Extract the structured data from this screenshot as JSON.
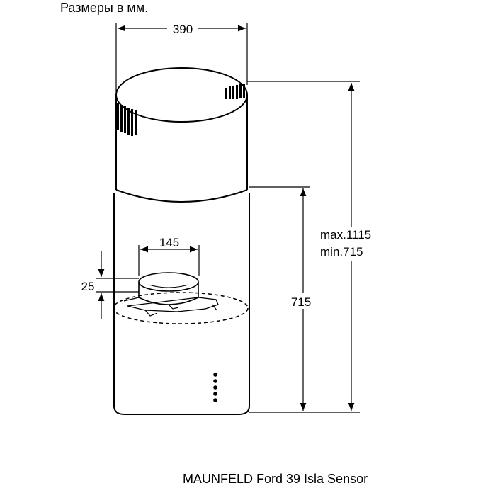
{
  "header": {
    "units_title": "Размеры в мм."
  },
  "dimensions": {
    "width": "390",
    "outlet_diameter": "145",
    "outlet_height": "25",
    "lower_body_height": "715",
    "total_height_max": "max.1115",
    "total_height_min": "min.715"
  },
  "footer": {
    "model_name": "MAUNFELD Ford 39 Isla Sensor"
  }
}
